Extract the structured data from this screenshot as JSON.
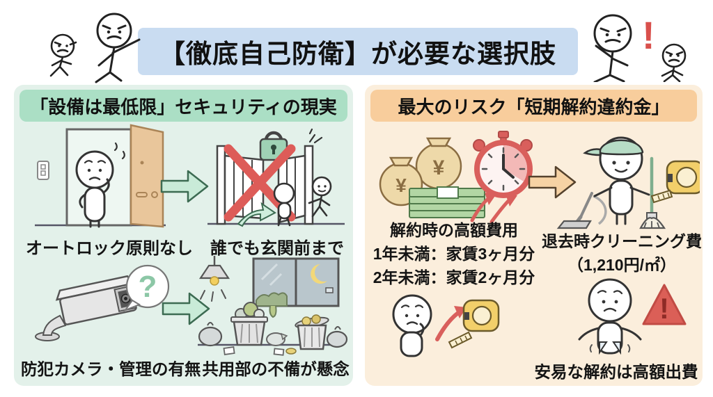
{
  "title": {
    "text": "【徹底自己防衛】が必要な選択肢"
  },
  "left_panel": {
    "header": "「設備は最低限」セキュリティの現実",
    "labels": {
      "autolock": "オートロック原則なし",
      "entrance": "誰でも玄関前まで",
      "camera": "防犯カメラ・管理の有無",
      "common_area": "共用部の不備が懸念"
    }
  },
  "right_panel": {
    "header": "最大のリスク「短期解約違約金」",
    "cancellation": {
      "title": "解約時の高額費用",
      "under_1yr": "1年未満：家賃3ヶ月分",
      "under_2yr": "2年未満：家賃2ヶ月分"
    },
    "cleaning": {
      "title": "退去時クリーニング費",
      "price": "（1,210円/㎡）"
    },
    "bottom_label": "安易な解約は高額出費"
  },
  "illustrations": {
    "yen_symbol": "¥",
    "question_mark": "?",
    "exclamation": "!"
  },
  "colors": {
    "title_bg": "#c9dcf1",
    "left_panel_bg": "#e3f1ea",
    "left_header_bg": "#abdfc5",
    "right_panel_bg": "#fbeedc",
    "right_header_bg": "#f8cd9c",
    "accent_red": "#d95f5c",
    "accent_green": "#3c6b52",
    "door_tan": "#e9c69b",
    "tape_yellow": "#f2cf6a"
  }
}
